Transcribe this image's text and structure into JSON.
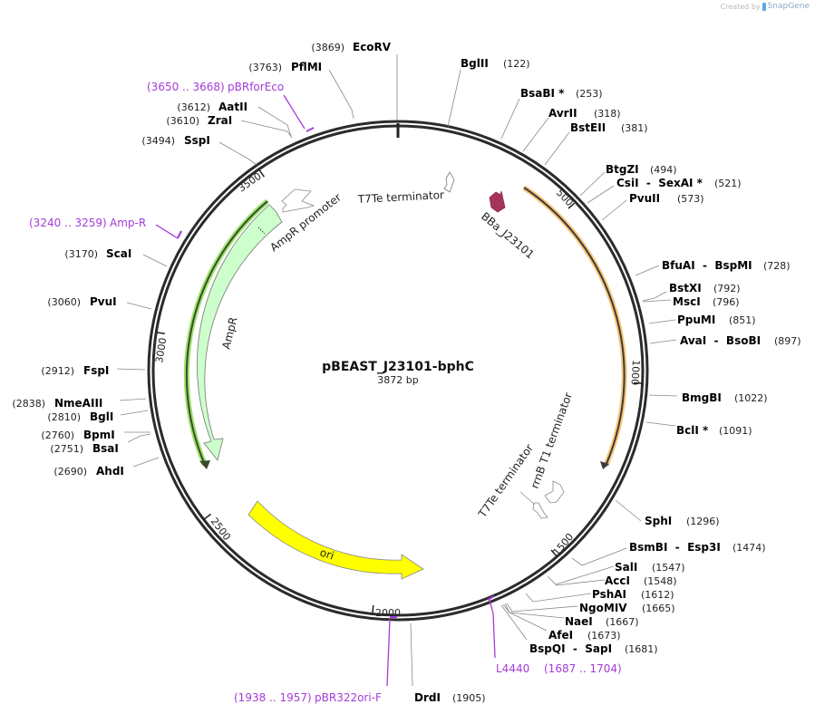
{
  "credit": {
    "text": "Created by",
    "brand": "SnapGene"
  },
  "plasmid": {
    "name": "pBEAST_J23101-bphC",
    "length_label": "3872 bp",
    "length": 3872
  },
  "colors": {
    "backbone": "#2b2b2b",
    "primer": "#a53bd8",
    "ampR_fill": "#ccffcc",
    "ampR_highlight": "#9be36b",
    "ori_fill": "#ffff00",
    "bphC_highlight": "#f9c77a",
    "promoter_fill": "#ffffff",
    "bba_fill": "#a6345a",
    "leader_line": "#888888"
  },
  "tick_marks": [
    {
      "pos": 500,
      "label": "500"
    },
    {
      "pos": 1000,
      "label": "1000"
    },
    {
      "pos": 1500,
      "label": "1500"
    },
    {
      "pos": 2000,
      "label": "2000"
    },
    {
      "pos": 2500,
      "label": "2500"
    },
    {
      "pos": 3000,
      "label": "3000"
    },
    {
      "pos": 3500,
      "label": "3500"
    }
  ],
  "restriction_sites": [
    {
      "name": "EcoRV",
      "pos": "(3869)",
      "side": "left"
    },
    {
      "name": "PflMI",
      "pos": "(3763)",
      "side": "left"
    },
    {
      "name": "AatII",
      "pos": "(3612)",
      "side": "left"
    },
    {
      "name": "ZraI",
      "pos": "(3610)",
      "side": "left"
    },
    {
      "name": "SspI",
      "pos": "(3494)",
      "side": "left"
    },
    {
      "name": "ScaI",
      "pos": "(3170)",
      "side": "left"
    },
    {
      "name": "PvuI",
      "pos": "(3060)",
      "side": "left"
    },
    {
      "name": "FspI",
      "pos": "(2912)",
      "side": "left"
    },
    {
      "name": "NmeAIII",
      "pos": "(2838)",
      "side": "left"
    },
    {
      "name": "BglI",
      "pos": "(2810)",
      "side": "left"
    },
    {
      "name": "BpmI",
      "pos": "(2760)",
      "side": "left"
    },
    {
      "name": "BsaI",
      "pos": "(2751)",
      "side": "left"
    },
    {
      "name": "AhdI",
      "pos": "(2690)",
      "side": "left"
    },
    {
      "name": "BglII",
      "pos": "(122)",
      "side": "right"
    },
    {
      "name": "BsaBI *",
      "pos": "(253)",
      "side": "right"
    },
    {
      "name": "AvrII",
      "pos": "(318)",
      "side": "right"
    },
    {
      "name": "BstEII",
      "pos": "(381)",
      "side": "right"
    },
    {
      "name": "BtgZI",
      "pos": "(494)",
      "side": "right"
    },
    {
      "name": "CsiI  -  SexAI *",
      "pos": "(521)",
      "side": "right"
    },
    {
      "name": "PvuII",
      "pos": "(573)",
      "side": "right"
    },
    {
      "name": "BfuAI  -  BspMI",
      "pos": "(728)",
      "side": "right"
    },
    {
      "name": "BstXI",
      "pos": "(792)",
      "side": "right"
    },
    {
      "name": "MscI",
      "pos": "(796)",
      "side": "right"
    },
    {
      "name": "PpuMI",
      "pos": "(851)",
      "side": "right"
    },
    {
      "name": "AvaI  -  BsoBI",
      "pos": "(897)",
      "side": "right"
    },
    {
      "name": "BmgBI",
      "pos": "(1022)",
      "side": "right"
    },
    {
      "name": "BclI *",
      "pos": "(1091)",
      "side": "right"
    },
    {
      "name": "SphI",
      "pos": "(1296)",
      "side": "right"
    },
    {
      "name": "BsmBI  -  Esp3I",
      "pos": "(1474)",
      "side": "right"
    },
    {
      "name": "SalI",
      "pos": "(1547)",
      "side": "right"
    },
    {
      "name": "AccI",
      "pos": "(1548)",
      "side": "right"
    },
    {
      "name": "PshAI",
      "pos": "(1612)",
      "side": "right"
    },
    {
      "name": "NgoMIV",
      "pos": "(1665)",
      "side": "right"
    },
    {
      "name": "NaeI",
      "pos": "(1667)",
      "side": "right"
    },
    {
      "name": "AfeI",
      "pos": "(1673)",
      "side": "right"
    },
    {
      "name": "BspQI  -  SapI",
      "pos": "(1681)",
      "side": "right"
    },
    {
      "name": "DrdI",
      "pos": "(1905)",
      "side": "right"
    }
  ],
  "primers": [
    {
      "name": "pBRforEco",
      "range": "(3650 .. 3668)"
    },
    {
      "name": "Amp-R",
      "range": "(3240 .. 3259)"
    },
    {
      "name": "L4440",
      "range": "(1687 .. 1704)"
    },
    {
      "name": "pBR322ori-F",
      "range": "(1938 .. 1957)"
    }
  ],
  "features": [
    {
      "name": "AmpR promoter",
      "type": "promoter"
    },
    {
      "name": "AmpR",
      "type": "cds"
    },
    {
      "name": "ori",
      "type": "rep_origin"
    },
    {
      "name": "T7Te terminator",
      "type": "terminator"
    },
    {
      "name": "BBa_J23101",
      "type": "promoter"
    },
    {
      "name": "rrnB T1 terminator",
      "type": "terminator"
    },
    {
      "name": "T7Te terminator",
      "type": "terminator"
    }
  ]
}
